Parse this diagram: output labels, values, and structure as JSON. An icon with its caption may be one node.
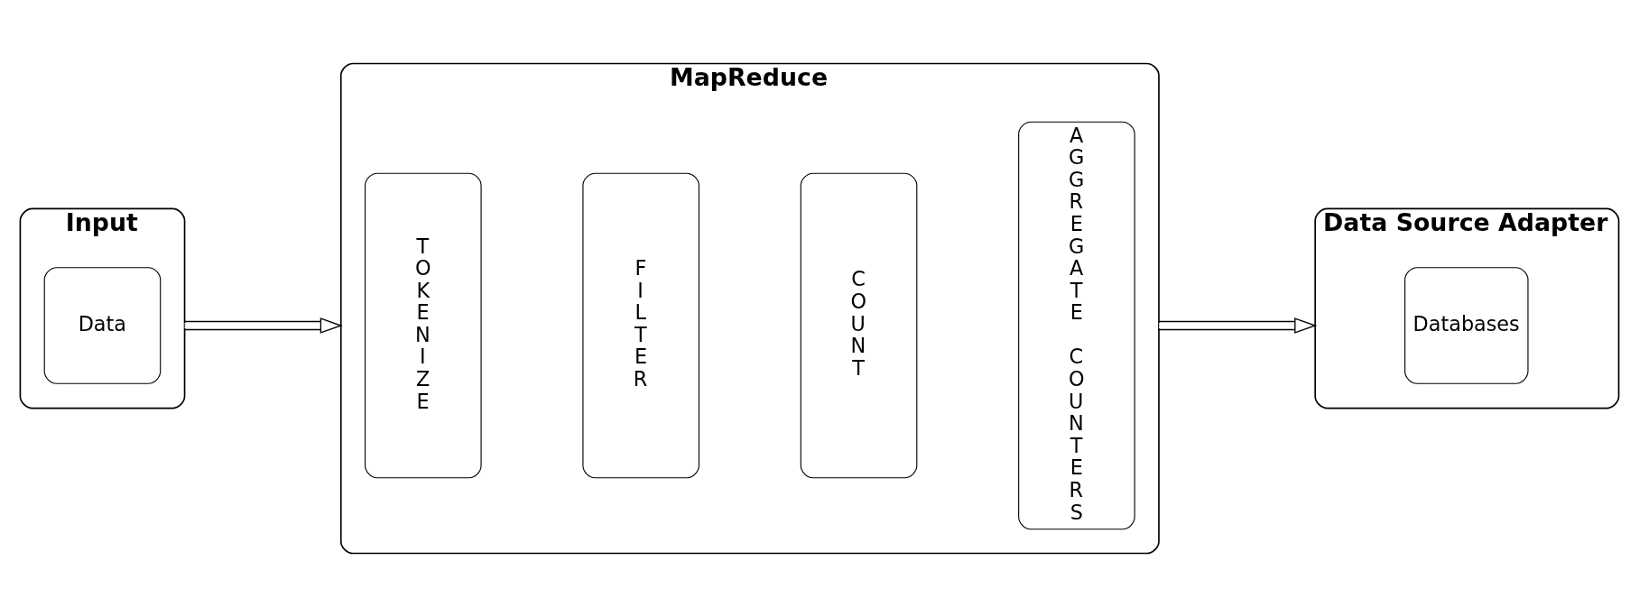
{
  "diagram": {
    "nodes": [
      {
        "text": [
          "Input"
        ]
      },
      {
        "text": [
          "Data"
        ],
        "in": 0
      },
      {
        "text": [
          "MapReduce"
        ]
      },
      {
        "text": [
          "TOKENIZE"
        ],
        "in": 2
      },
      {
        "text": [
          "FILTER"
        ],
        "in": 2
      },
      {
        "text": [
          "COUNT"
        ],
        "in": 2
      },
      {
        "text": [
          "AGGREGATE COUNTERS"
        ],
        "in": 2
      },
      {
        "text": [
          "Data Source Adapter"
        ]
      },
      {
        "text": [
          "Databases"
        ],
        "in": 7
      }
    ],
    "edges": [
      {
        "from": 0,
        "to": 2,
        "arrow": "to"
      },
      {
        "from": 2,
        "to": 7,
        "arrow": "to"
      }
    ]
  }
}
